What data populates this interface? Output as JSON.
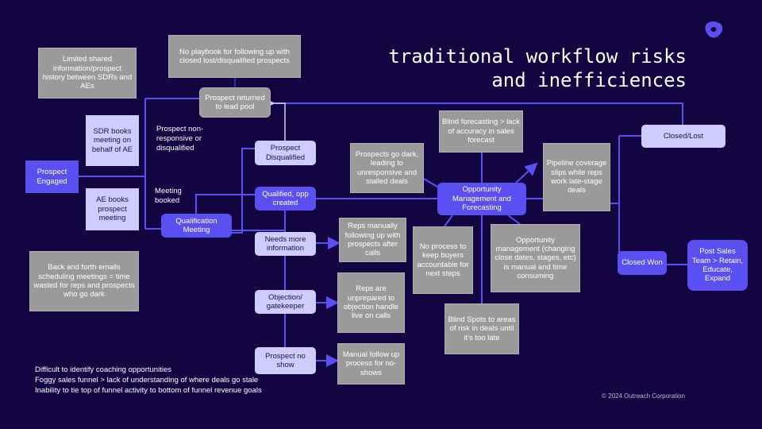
{
  "title": {
    "line1": "traditional workflow risks",
    "line2": "and inefficiences"
  },
  "nodes": {
    "limited_shared": "Limited shared information/prospect history between SDRs and AEs",
    "no_playbook": "No playbook for following up with closed lost/disqualified prospects",
    "returned": "Prospect returned to lead pool",
    "sdr_books": "SDR books meeting on behalf of AE",
    "ae_books": "AE books prospect meeting",
    "engaged": "Prospect Engaged",
    "nonresponsive": "Prospect non-responsive or disqualified",
    "meeting_booked": "Meeting booked",
    "qual_meeting": "Qualification Meeting",
    "disqualified": "Prospect Disqualified",
    "qualified": "Qualified, opp created",
    "needs_info": "Needs more information",
    "objection": "Objection/ gatekeeper",
    "no_show": "Prospect no show",
    "reps_manual": "Reps manually following up with prospects after calls",
    "reps_unprepared": "Reps are unprepared to objection handle live on calls",
    "manual_follow": "Manual follow up process for no-shows",
    "back_forth": "Back and forth emails scheduling meetings = time wasted for reps and prospects who go dark",
    "go_dark": "Prospects go dark, leading to unresponsive and stalled deals",
    "blind_forecast": "Blind forecasting > lack of accuracy in sales forecast",
    "opp_mgmt": "Opportunity Management and Forecasting",
    "pipeline": "Pipeline coverage slips while reps work late-stage deals",
    "no_process": "No process to keep buyers accountable for next steps",
    "opp_manual": "Opportunity management (changing close dates, stages, etc) is manual and time consuming",
    "blind_spots": "Blind Spots to areas of risk in deals until it's too late",
    "closed_lost": "Closed/Lost",
    "closed_won": "Closed Won",
    "post_sales": "Post Sales Team > Retain, Educate, Expand"
  },
  "footer": [
    "Difficult to identify coaching opportunities",
    "Foggy sales funnel > lack of understanding of where deals go stale",
    "Inability to tie top of funnel activity to bottom of funnel revenue goals"
  ],
  "copyright": "© 2024 Outreach Corporation",
  "colors": {
    "bg": "#120542",
    "accent": "#5a50f2",
    "lavender": "#cfccfb",
    "gray": "#9a9a9a"
  }
}
